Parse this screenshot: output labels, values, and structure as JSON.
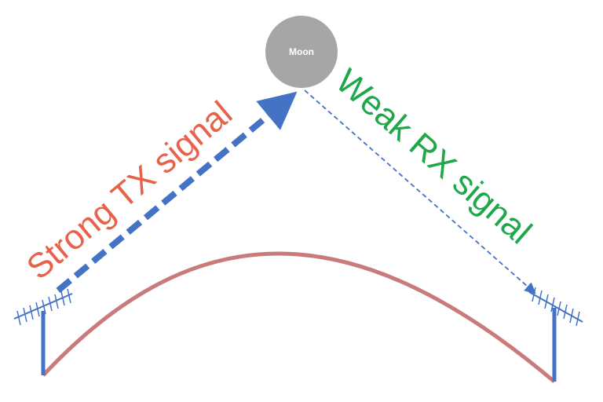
{
  "moon": {
    "label": "Moon",
    "color": "#a6a6a6"
  },
  "tx": {
    "label": "Strong TX signal",
    "color": "#e8624b"
  },
  "rx": {
    "label": "Weak RX signal",
    "color": "#1fa84a"
  },
  "colors": {
    "signal": "#4472c4",
    "earth": "#c97b7b",
    "antenna": "#4472c4"
  }
}
